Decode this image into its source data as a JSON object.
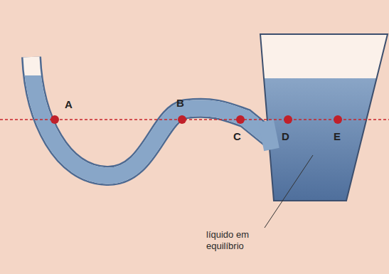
{
  "diagram": {
    "labels": [
      "A",
      "B",
      "C",
      "D",
      "E",
      "líquido em equilíbrio"
    ]
  }
}
